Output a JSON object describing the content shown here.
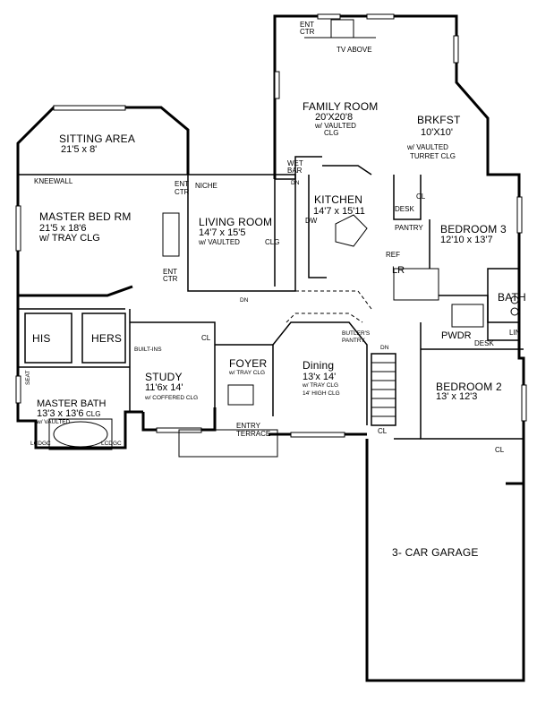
{
  "rooms": {
    "family_room": {
      "name": "FAMILY ROOM",
      "dims": "20'X20'8",
      "note1": "w/ VAULTED",
      "note2": "CLG"
    },
    "brkfst": {
      "name": "BRKFST",
      "dims": "10'X10'",
      "note1": "w/ VAULTED",
      "note2": "TURRET CLG"
    },
    "sitting_area": {
      "name": "SITTING AREA",
      "dims": "21'5 x 8'"
    },
    "master_bed": {
      "name": "MASTER BED RM",
      "dims": "21'5 x 18'6",
      "note": "w/ TRAY CLG"
    },
    "living_room": {
      "name": "LIVING ROOM",
      "dims": "14'7 x 15'5",
      "note1": "w/ VAULTED",
      "note2": "CLG"
    },
    "kitchen": {
      "name": "KITCHEN",
      "dims": "14'7 x 15'11"
    },
    "bedroom3": {
      "name": "BEDROOM 3",
      "dims": "12'10 x 13'7"
    },
    "bath": {
      "name": "BATH"
    },
    "study": {
      "name": "STUDY",
      "dims": "11'6x 14'",
      "note": "w/ COFFERED CLG"
    },
    "foyer": {
      "name": "FOYER",
      "note": "w/ TRAY CLG"
    },
    "dining": {
      "name": "Dining",
      "dims": "13'x 14'",
      "note1": "w/ TRAY CLG",
      "note2": "14' HIGH CLG"
    },
    "bedroom2": {
      "name": "BEDROOM 2",
      "dims": "13' x 12'3"
    },
    "master_bath": {
      "name": "MASTER BATH",
      "dims": "13'3 x 13'6",
      "note1": "CLG",
      "note2": "w/ VAULTED"
    },
    "garage": {
      "name": "3- CAR GARAGE"
    },
    "his": {
      "name": "HIS"
    },
    "hers": {
      "name": "HERS"
    },
    "pwdr": {
      "name": "PWDR"
    },
    "lr": {
      "name": "LR"
    }
  },
  "labels": {
    "ent_ctr_top_1": "ENT",
    "ent_ctr_top_2": "CTR",
    "tv_above": "TV ABOVE",
    "kneewall": "KNEEWALL",
    "niche": "NICHE",
    "ent_ctr_left_1": "ENT",
    "ent_ctr_left_2": "CTR",
    "ent_ctr_low_1": "ENT",
    "ent_ctr_low_2": "CTR",
    "wet_bar_1": "WET",
    "wet_bar_2": "BAR",
    "dn_wetbar": "DN",
    "dw": "DW",
    "desk_kitchen": "DESK",
    "pantry": "PANTRY",
    "cl_bed3": "CL",
    "ref": "REF",
    "dn_hall": "DN",
    "cl_study": "CL",
    "built_ins": "BUILT-INS",
    "butlers_pantry_1": "BUTLER'S",
    "butlers_pantry_2": "PANTRY",
    "dn_stair": "DN",
    "lin": "LIN",
    "desk_hall": "DESK",
    "seat": "SEAT",
    "entry_terrace_1": "ENTRY",
    "entry_terrace_2": "TERRACE",
    "lcdgc_left": "LCDGC",
    "lcdgc_right": "LCDGC",
    "cl_stair": "CL",
    "cl_bed2": "CL"
  }
}
